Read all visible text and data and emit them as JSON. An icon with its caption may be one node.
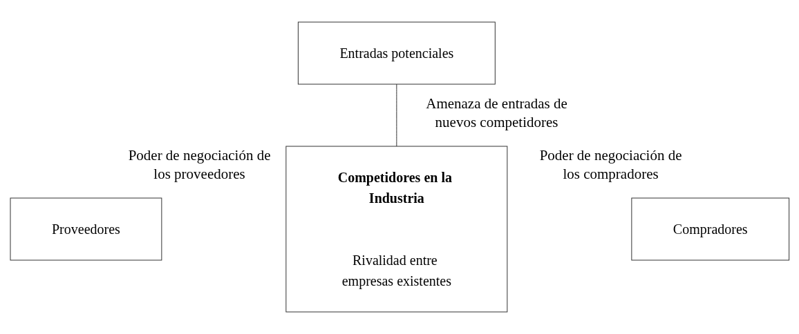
{
  "diagram": {
    "nodes": [
      {
        "text": [
          "Entradas potenciales"
        ]
      },
      {
        "text": [
          "Competidores en la Industria",
          "Rivalidad entre empresas existentes"
        ]
      },
      {
        "text": [
          "Proveedores"
        ]
      },
      {
        "text": [
          "Compradores"
        ]
      }
    ],
    "edges": [
      {
        "from": 0,
        "to": 1,
        "arrow": "none"
      }
    ],
    "labels": [
      "Amenaza de entradas de nuevos competidores",
      "Poder de negociación de los proveedores",
      "Poder de negociación de los compradores"
    ]
  }
}
